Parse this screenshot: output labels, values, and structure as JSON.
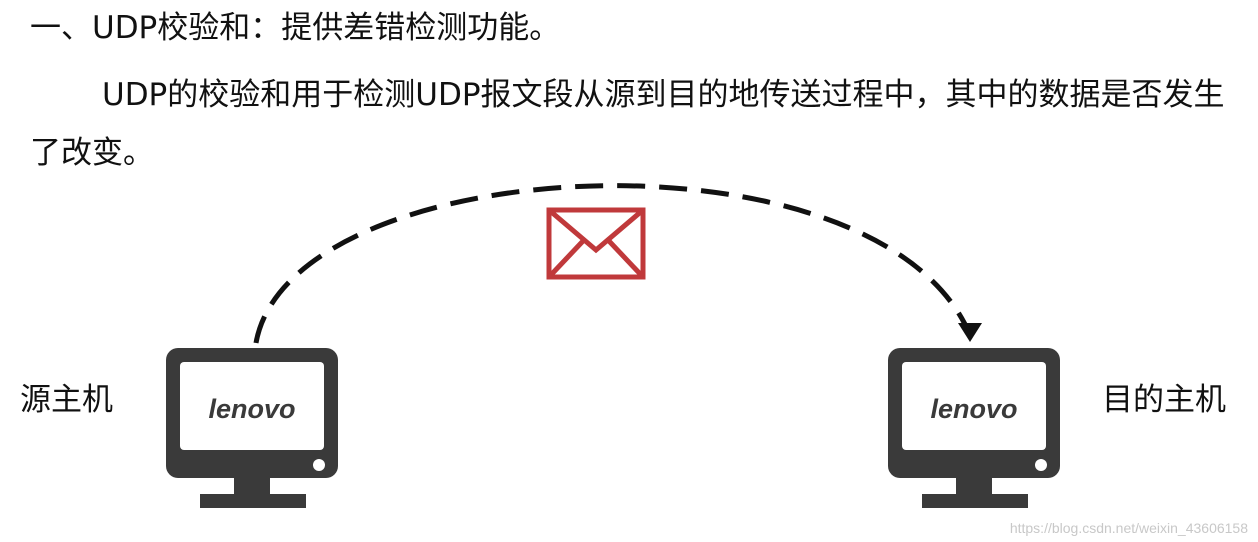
{
  "heading": "一、UDP校验和：提供差错检测功能。",
  "paragraph": "UDP的校验和用于检测UDP报文段从源到目的地传送过程中，其中的数据是否发生了改变。",
  "diagram": {
    "source_host_label": "源主机",
    "dest_host_label": "目的主机",
    "computer_brand": "lenovo",
    "accent_color": "#c0393b",
    "line_color": "#111111",
    "monitor_color": "#3a3a3a"
  },
  "watermark": "https://blog.csdn.net/weixin_43606158"
}
